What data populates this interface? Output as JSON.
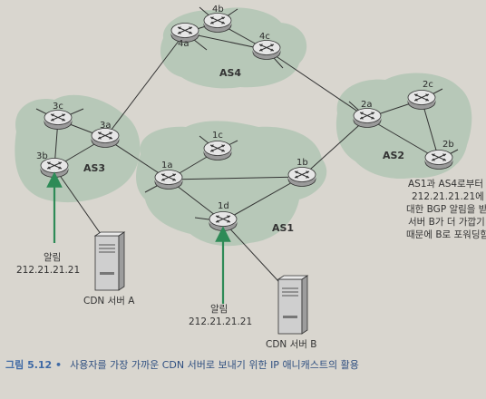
{
  "nodes": {
    "n4a": "4a",
    "n4b": "4b",
    "n4c": "4c",
    "n3a": "3a",
    "n3b": "3b",
    "n3c": "3c",
    "n1a": "1a",
    "n1b": "1b",
    "n1c": "1c",
    "n1d": "1d",
    "n2a": "2a",
    "n2b": "2b",
    "n2c": "2c"
  },
  "as_labels": {
    "as1": "AS1",
    "as2": "AS2",
    "as3": "AS3",
    "as4": "AS4"
  },
  "notes": {
    "advert_label_a": "알림",
    "advert_addr_a": "212.21.21.21",
    "advert_label_b": "알림",
    "advert_addr_b": "212.21.21.21",
    "server_a": "CDN 서버 A",
    "server_b": "CDN 서버 B",
    "as2_note": [
      "AS1과 AS4로부터",
      "212.21.21.21에",
      "대한 BGP 알림을 받음.",
      "서버 B가 더 가깝기",
      "때문에 B로 포워딩함"
    ]
  },
  "caption": {
    "prefix": "그림 5.12 •",
    "text": "사용자를 가장 가까운 CDN 서버로 보내기 위한 IP 애니캐스트의 활용"
  },
  "colors": {
    "as_fill": "#b7c8b8",
    "router_fill": "#e6e6e6",
    "arrow": "#2e8b57",
    "caption": "#2f4f80"
  }
}
